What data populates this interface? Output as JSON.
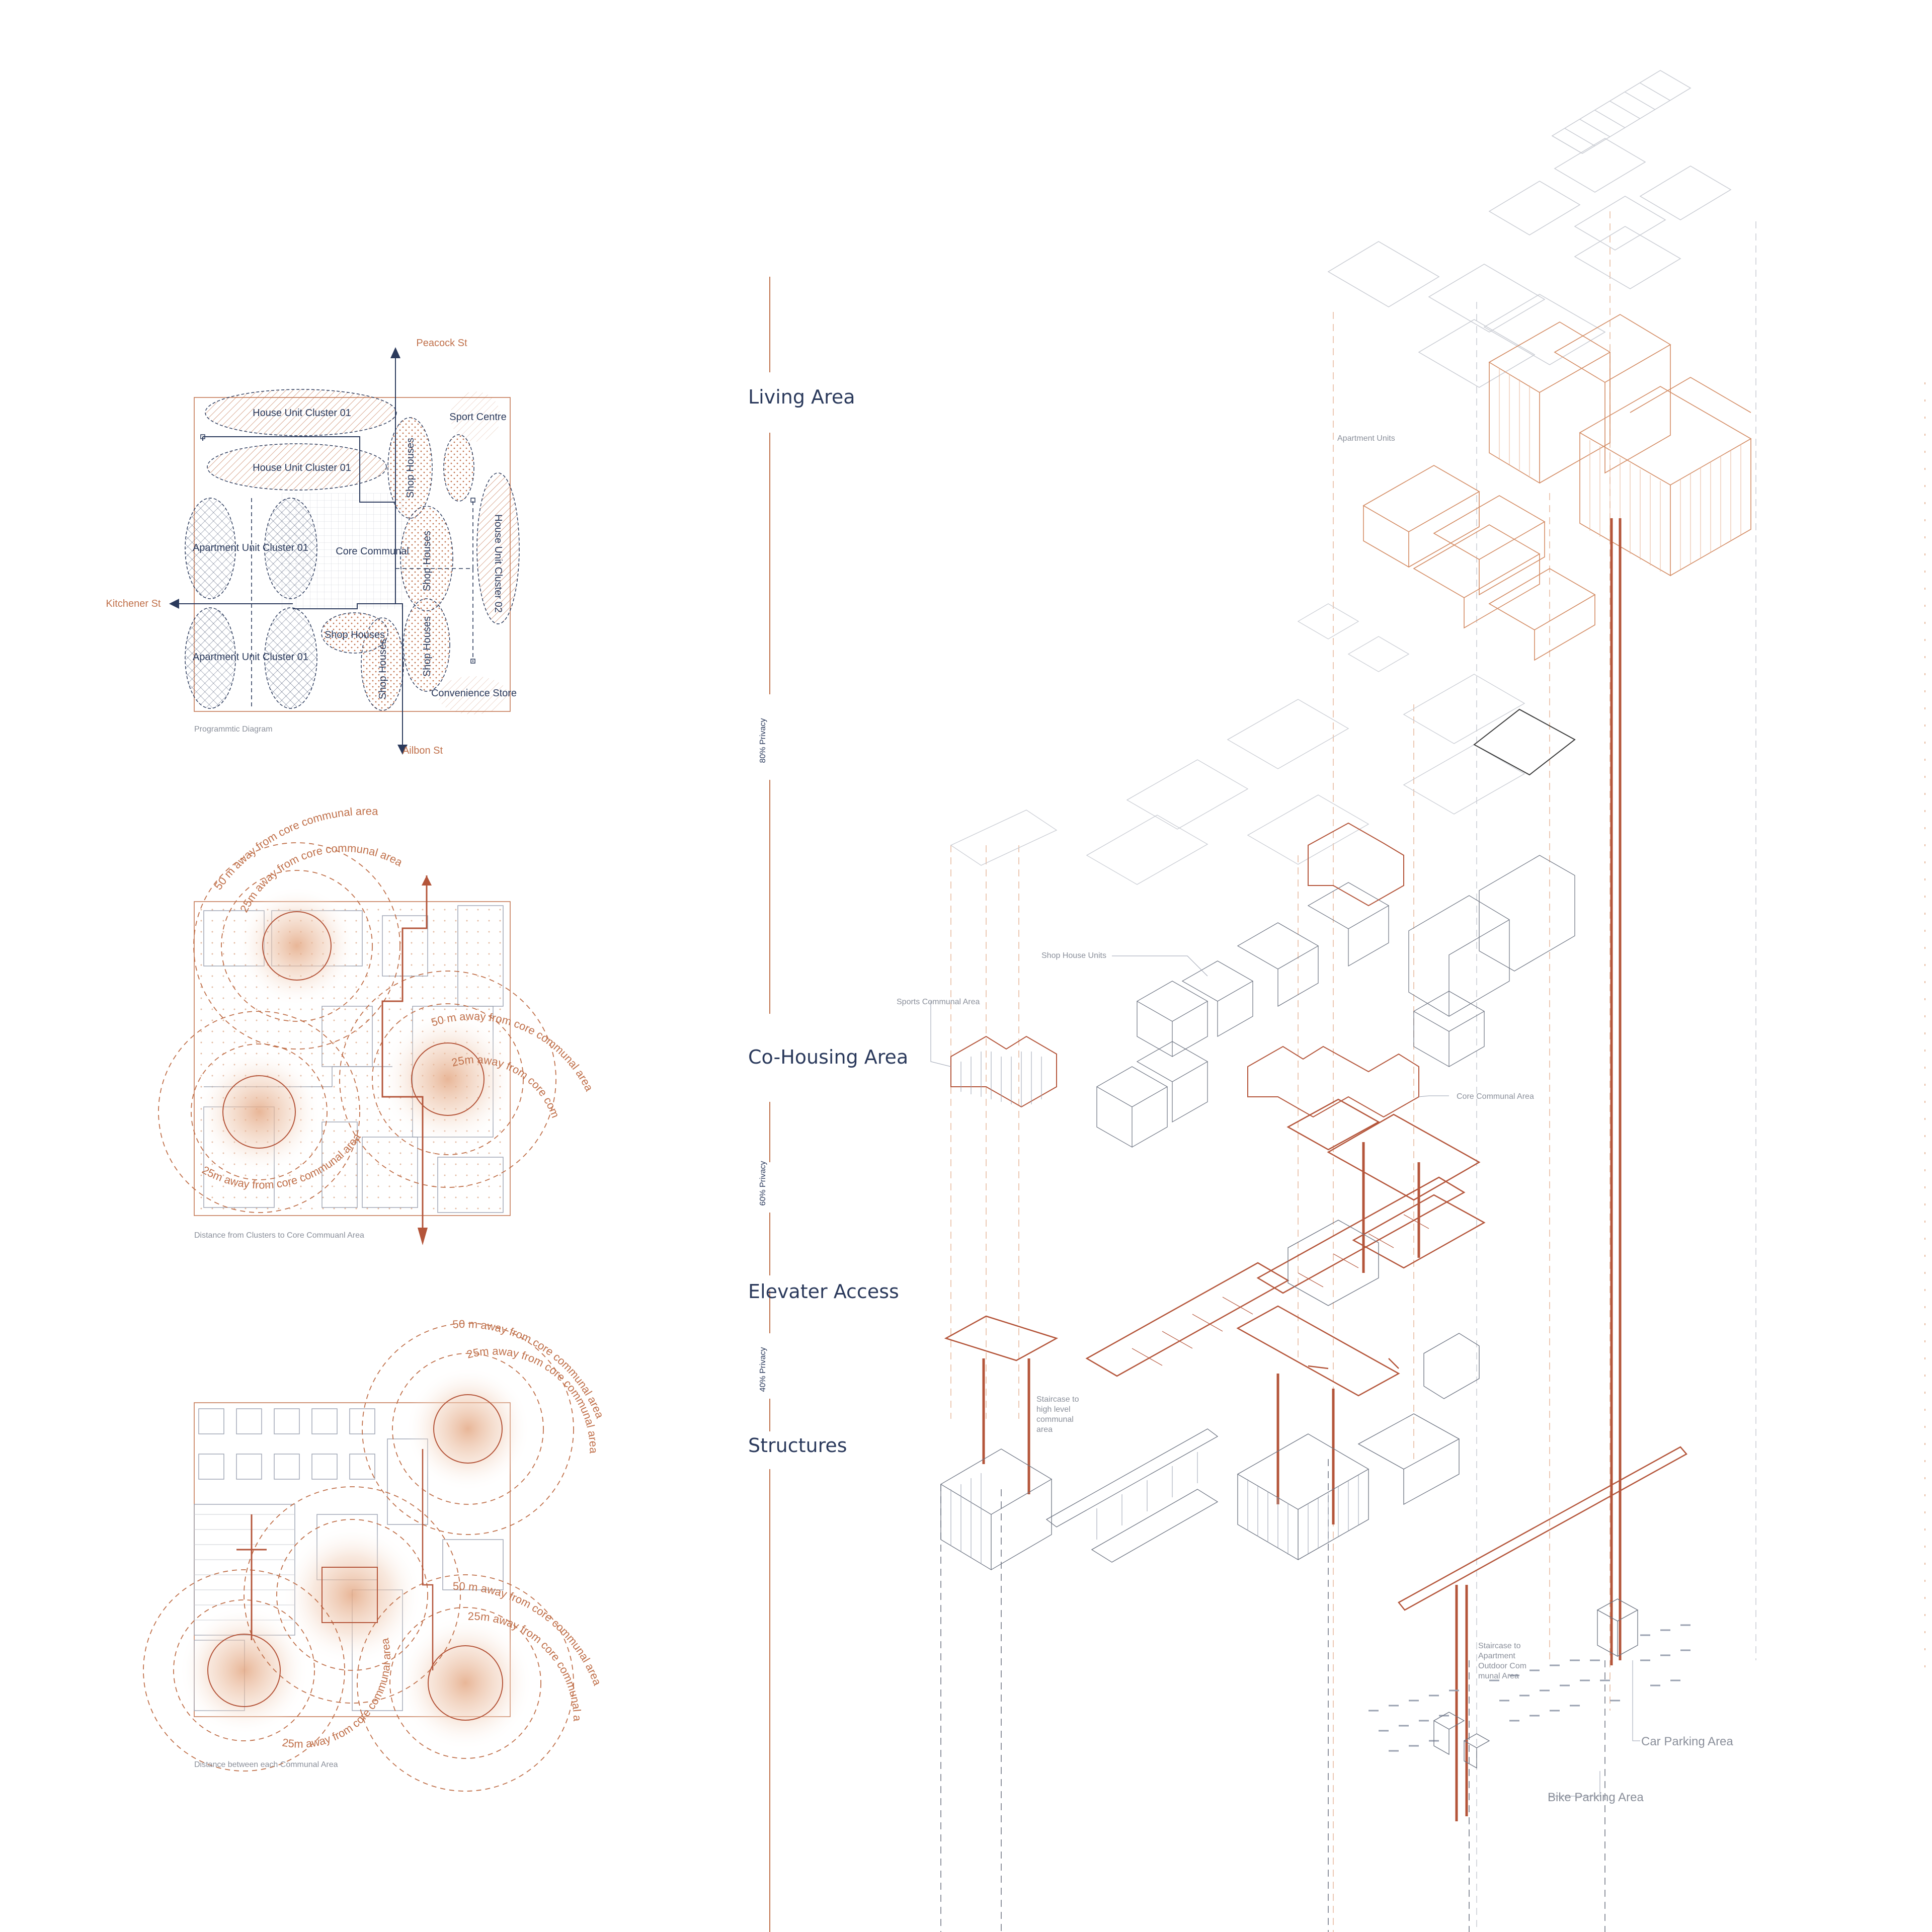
{
  "colors": {
    "accent": "#c0704a",
    "navy": "#2b3a5c",
    "grey": "#8a8f9a",
    "light": "#e6c3ad"
  },
  "program_diagram": {
    "caption": "Programmtic Diagram",
    "streets": {
      "north": "Peacock St",
      "west": "Kitchener St",
      "south": "Ailbon St"
    },
    "zones": {
      "house_cluster_a": "House Unit Cluster 01",
      "house_cluster_b": "House Unit Cluster 01",
      "house_cluster_c": "House Unit Cluster 02",
      "sport": "Sport Centre",
      "apartment_a": "Apartment Unit Cluster 01",
      "apartment_b": "Apartment Unit Cluster 01",
      "core": "Core Communal",
      "shop_a": "Shop Houses",
      "shop_b": "Shop Houses",
      "shop_c": "Shop Houses",
      "shop_d": "Shop Houses",
      "shop_e": "Shop Houses",
      "store": "Convenience Store"
    }
  },
  "distance_diagram": {
    "caption": "Distance from Clusters to Core Commuanl Area",
    "ring_50": "50 m away from core communal area",
    "ring_25": "25m away from core communal area"
  },
  "communal_diagram": {
    "caption": "Distance between each Communal Area",
    "ring_50": "50 m away from core communal area",
    "ring_25": "25m away from core communal area"
  },
  "layers": {
    "living": "Living Area",
    "cohousing": "Co-Housing Area",
    "elevator": "Elevater Access",
    "structures": "Structures"
  },
  "privacy": {
    "p80": "80% Privacy",
    "p60": "60% Privacy",
    "p40": "40% Privacy"
  },
  "axo_labels": {
    "apartment_units": "Apartment Units",
    "shop_house_units": "Shop House Units",
    "sports_communal": "Sports Communal Area",
    "core_communal": "Core Communal Area",
    "stair_high": [
      "Staircase to",
      "high level",
      "communal",
      "area"
    ],
    "stair_apartment": [
      "Staircase to",
      "Apartment",
      "Outdoor Com",
      "munal Area"
    ],
    "car_parking": "Car Parking Area",
    "bike_parking": "Bike Parking Area"
  }
}
